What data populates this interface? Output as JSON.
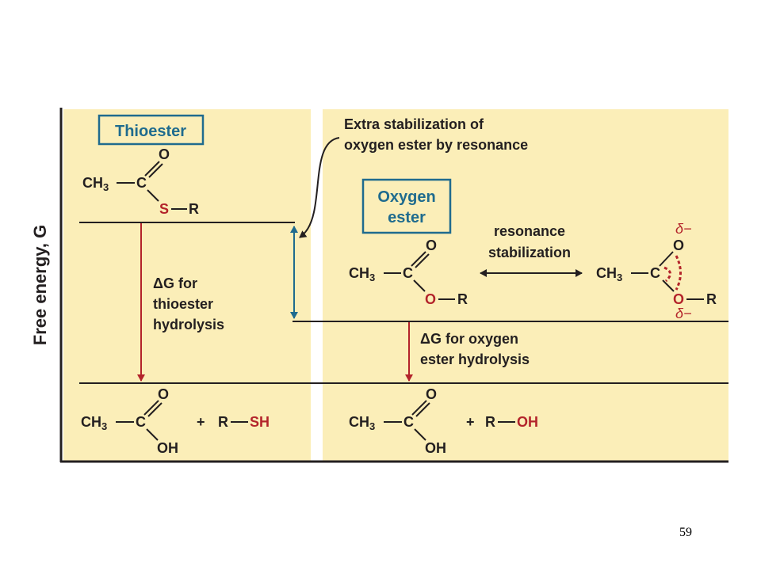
{
  "y_axis_label": "Free energy, G",
  "thioester_box": "Thioester",
  "oxygen_box_line1": "Oxygen",
  "oxygen_box_line2": "ester",
  "extra_stab_line1": "Extra stabilization of",
  "extra_stab_line2": "oxygen ester by resonance",
  "resonance_line1": "resonance",
  "resonance_line2": "stabilization",
  "dg_thio_delta": "ΔG",
  "dg_thio_for": " for",
  "dg_thio_line2": "thioester",
  "dg_thio_line3": "hydrolysis",
  "dg_oxy_delta": "ΔG",
  "dg_oxy_rest": " for oxygen",
  "dg_oxy_line2": "ester hydrolysis",
  "chem": {
    "ch": "CH",
    "three": "3",
    "c": "C",
    "o": "O",
    "s": "S",
    "r": "R",
    "oh": "OH",
    "plus": "+",
    "sh": "SH",
    "delta_minus": "δ−"
  },
  "page_number": "59",
  "colors": {
    "panel": "#fbeeb8",
    "box": "#1f6b8e",
    "red": "#b3242b",
    "blue_arrow": "#1f6b8e",
    "ink": "#231f20"
  }
}
